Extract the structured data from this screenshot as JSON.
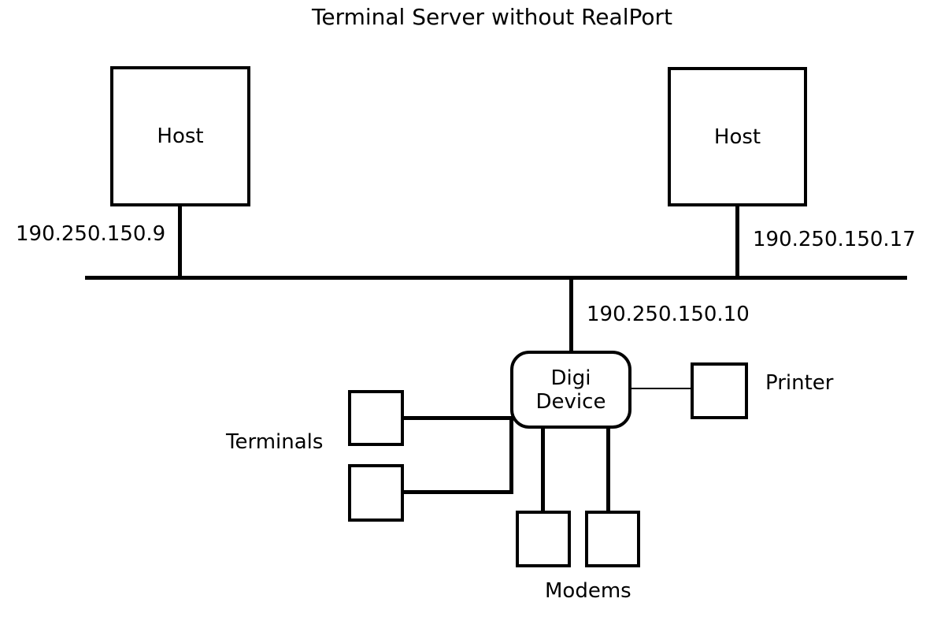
{
  "title": "Terminal Server without RealPort",
  "hosts": {
    "left": {
      "label": "Host",
      "ip": "190.250.150.9"
    },
    "right": {
      "label": "Host",
      "ip": "190.250.150.17"
    }
  },
  "digi_device": {
    "line1": "Digi",
    "line2": "Device",
    "ip": "190.250.150.10"
  },
  "printer": {
    "label": "Printer"
  },
  "terminals": {
    "label": "Terminals"
  },
  "modems": {
    "label": "Modems"
  },
  "colors": {
    "line": "#000000",
    "text": "#000000",
    "background": "#ffffff"
  }
}
